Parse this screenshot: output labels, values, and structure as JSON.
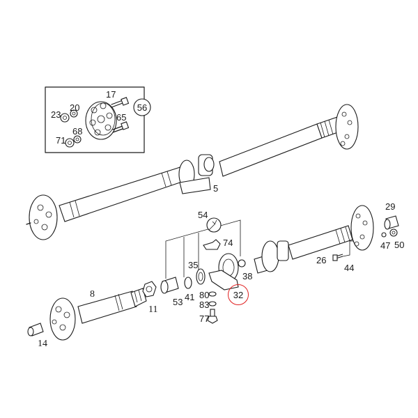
{
  "diagram": {
    "type": "exploded-parts-diagram",
    "subject": "propeller / drive shaft assembly",
    "highlight_color": "#e02020",
    "line_color": "#1a1a1a"
  },
  "inset": {
    "callout": "56",
    "labels": {
      "p17": "17",
      "p20": "20",
      "p23": "23",
      "p65": "65",
      "p68": "68",
      "p71": "71"
    }
  },
  "upper_shaft": {
    "label": "5"
  },
  "lower_shaft": {
    "labels": {
      "p8": "8",
      "p11": "11",
      "p14": "14",
      "p26": "26",
      "p29": "29",
      "p35": "35",
      "p38": "38",
      "p41": "41",
      "p44": "44",
      "p47": "47",
      "p50": "50",
      "p53": "53",
      "p54": "54",
      "p74": "74",
      "p77": "77",
      "p80": "80",
      "p83": "83"
    },
    "highlighted": "32"
  }
}
